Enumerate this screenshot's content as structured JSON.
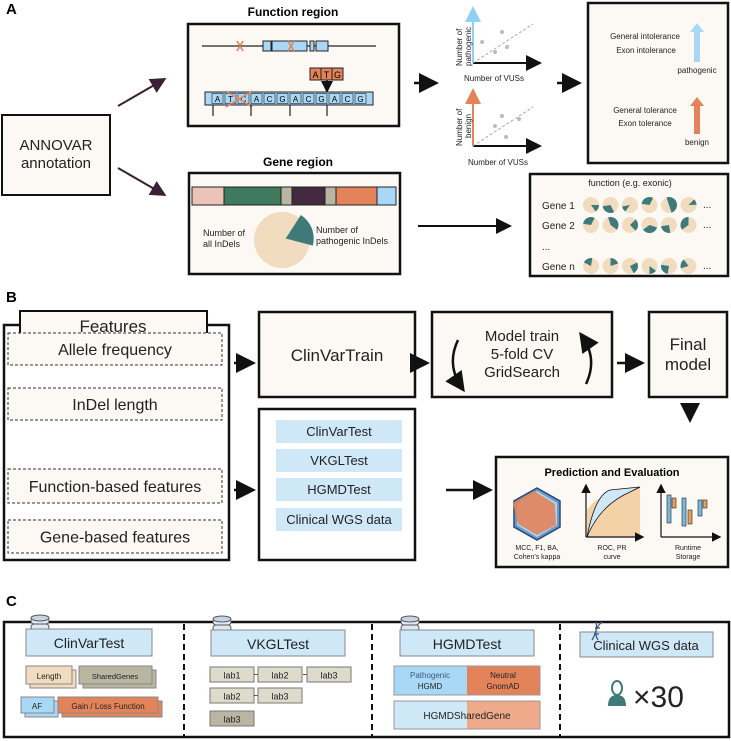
{
  "colors": {
    "blue": "#a8d8f5",
    "orange": "#e3835a",
    "teal": "#3f7a7a",
    "beige": "#f1dcc0",
    "green": "#3f7a5e",
    "purple": "#432a40",
    "gray": "#b8b5a0",
    "pink": "#ecc4b7",
    "lightblue": "#cfe8f8",
    "cream": "#fcf9f4"
  },
  "panelA": {
    "label": "A",
    "annovar": [
      "ANNOVAR",
      "annotation"
    ],
    "function_region": {
      "title": "Function region",
      "atg": [
        "A",
        "T",
        "G"
      ],
      "sequence": [
        "A",
        "T",
        "C",
        "A",
        "C",
        "G",
        "A",
        "C",
        "G",
        "A",
        "C",
        "G"
      ]
    },
    "gene_region": {
      "title": "Gene region",
      "all_label": [
        "Number of",
        "all InDels"
      ],
      "path_label": [
        "Number of",
        "pathogenic InDels"
      ],
      "pathogenic_fraction": 0.2
    },
    "scatter_top": {
      "ylabel": [
        "Number of",
        "pathogenic"
      ],
      "xlabel": "Number of VUSs"
    },
    "scatter_bottom": {
      "ylabel": [
        "Number of",
        "benign"
      ],
      "xlabel": "Number of VUSs"
    },
    "tolerance": {
      "intolerance": [
        "General intolerance",
        "Exon intolerance"
      ],
      "pathogenic": "pathogenic",
      "tolerance": [
        "General tolerance",
        "Exon tolerance"
      ],
      "benign": "benign"
    },
    "gene_pies": {
      "title": "function (e.g. exonic)",
      "rows": [
        {
          "gene": "Gene 1",
          "fractions": [
            0.15,
            0.3,
            0.12,
            0.3,
            0.5,
            0.12
          ]
        },
        {
          "gene": "Gene 2",
          "fractions": [
            0.3,
            0.4,
            0.25,
            0.35,
            0.25,
            0.35
          ]
        },
        {
          "gene": "...",
          "fractions": []
        },
        {
          "gene": "Gene n",
          "fractions": [
            0.2,
            0.2,
            0.25,
            0.15,
            0.25,
            0.2
          ]
        }
      ],
      "ellipsis": "..."
    }
  },
  "panelB": {
    "label": "B",
    "features_title": "Features",
    "features": [
      "Allele frequency",
      "InDel length",
      "Function-based features",
      "Gene-based features"
    ],
    "train": "ClinVarTrain",
    "model": [
      "Model train",
      "5-fold CV",
      "GridSearch"
    ],
    "final": [
      "Final",
      "model"
    ],
    "tests": [
      "ClinVarTest",
      "VKGLTest",
      "HGMDTest",
      "Clinical WGS data"
    ],
    "prediction": {
      "title": "Prediction and Evaluation",
      "metrics": [
        "MCC, F1, BA,",
        "Cohen's kappa"
      ],
      "curves": [
        "ROC, PR",
        "curve"
      ],
      "runtime": [
        "Runtime",
        "Storage"
      ]
    }
  },
  "panelC": {
    "label": "C",
    "clinvar": {
      "title": "ClinVarTest",
      "tags": [
        "Length",
        "SharedGenes",
        "AF",
        "Gain / Loss Function"
      ]
    },
    "vkgl": {
      "title": "VKGLTest",
      "rows": [
        [
          "lab1",
          "lab2",
          "lab3"
        ],
        [
          "lab2",
          "lab3"
        ],
        [
          "lab3"
        ]
      ]
    },
    "hgmd": {
      "title": "HGMDTest",
      "pathogenic": [
        "Pathogenic",
        "HGMD"
      ],
      "neutral": [
        "Neutral",
        "GnomAD"
      ],
      "shared": "HGMDSharedGene"
    },
    "wgs": {
      "title": "Clinical WGS data",
      "count": "×30"
    }
  }
}
